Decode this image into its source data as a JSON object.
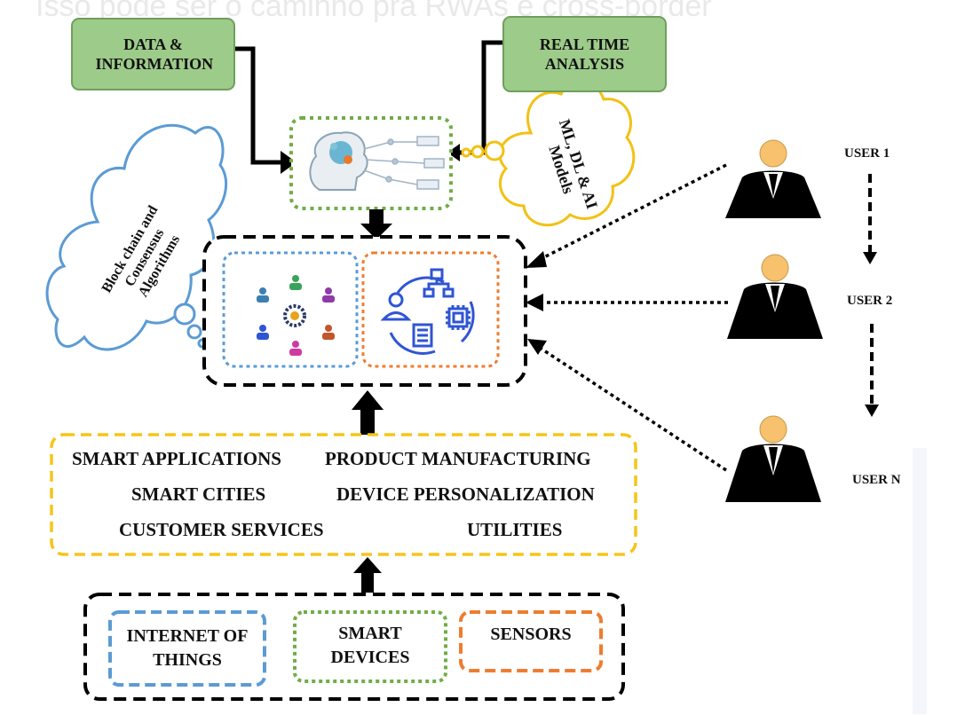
{
  "background_text": {
    "line1": "Isso pode ser o caminho pra RWAs e cross-border"
  },
  "top_inputs": {
    "data_info": "DATA & INFORMATION",
    "realtime": "REAL TIME ANALYSIS"
  },
  "clouds": {
    "ml": "ML, DL & AI Models",
    "blockchain": "Block chain and Consensus Algorithms"
  },
  "applications": {
    "smart_apps": "SMART APPLICATIONS",
    "product_mfg": "PRODUCT MANUFACTURING",
    "smart_cities": "SMART CITIES",
    "device_pers": "DEVICE PERSONALIZATION",
    "customer_services": "CUSTOMER SERVICES",
    "utilities": "UTILITIES"
  },
  "devices": {
    "iot": "INTERNET OF THINGS",
    "smart_devices": "SMART DEVICES",
    "sensors": "SENSORS"
  },
  "users": [
    "USER 1",
    "USER 2",
    "USER N"
  ],
  "colors": {
    "green_fill": "#9dcb8a",
    "blue_dash": "#5b9bd5",
    "orange_dash": "#ed7d31",
    "green_dash": "#70ad47",
    "yellow_dash": "#f5c518",
    "icon_blue": "#2f55d4"
  }
}
